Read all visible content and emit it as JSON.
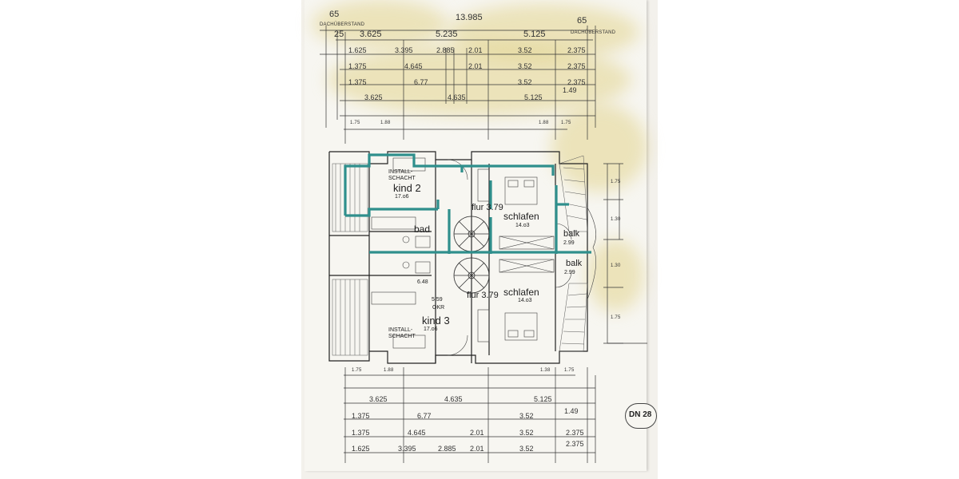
{
  "top_dimensions": {
    "overhang_left": "65",
    "overhang_right": "65",
    "overhang_label_left": "DACHÜBERSTAND",
    "overhang_label_right": "DACHÜBERSTAND",
    "total": "13.985",
    "row1": [
      "25",
      "3.625",
      "5.235",
      "5.125"
    ],
    "row2": [
      "1.625",
      "3.395",
      "2.885",
      "2.01",
      "3.52",
      "2.375"
    ],
    "row3": [
      "1.375",
      "4.645",
      "2.01",
      "3.52",
      "2.375"
    ],
    "row4": [
      "1.375",
      "6.77",
      "3.52",
      "2.375"
    ],
    "row5": [
      "3.625",
      "4.635",
      "5.125",
      "1.49"
    ],
    "row6": [
      "1.75",
      "1.88",
      "1.88",
      "1.75"
    ]
  },
  "rooms": {
    "kind2_name": "kind 2",
    "kind2_area": "17.o6",
    "install_upper": "INSTALL-SCHACHT",
    "flur_upper": "flur 3.79",
    "schlafen_upper_name": "schlafen",
    "schlafen_upper_area": "14.o3",
    "bad_name": "bad",
    "bad_area": "6.48",
    "balk_upper_name": "balk",
    "balk_upper_area": "2.99",
    "balk_lower_name": "balk",
    "balk_lower_area": "2.99",
    "flur_lower": "flur 3.79",
    "schlafen_lower_name": "schlafen",
    "schlafen_lower_area": "14.o3",
    "okr_value": "5.59",
    "okr_label": "OKR",
    "kind3_name": "kind 3",
    "kind3_area": "17.o6",
    "install_lower": "INSTALL-SCHACHT"
  },
  "side_dimensions": {
    "right_a": "1.75",
    "right_b": "1.30",
    "right_c": "1.30",
    "right_d": "1.75"
  },
  "bottom_dimensions": {
    "row6": [
      "1.75",
      "1.88",
      "1.38",
      "1.75"
    ],
    "row5": [
      "3.625",
      "4.635",
      "5.125"
    ],
    "row4": [
      "1.375",
      "6.77",
      "3.52",
      "1.49"
    ],
    "row3": [
      "1.375",
      "4.645",
      "2.01",
      "3.52",
      "2.375"
    ],
    "row2": [
      "1.625",
      "3.395",
      "2.885",
      "2.01",
      "3.52",
      "2.375"
    ],
    "stamp": "DN 28"
  },
  "colors": {
    "wall_highlight": "#2f8f8c",
    "paper": "#f7f6f1",
    "stain": "#decd78",
    "ink": "#333333"
  }
}
